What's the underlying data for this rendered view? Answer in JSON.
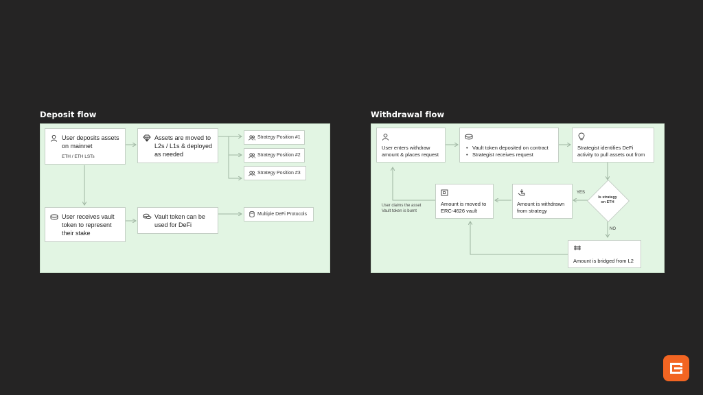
{
  "deposit": {
    "title": "Deposit flow",
    "step1": {
      "line1": "User deposits assets",
      "line2": "on mainnet",
      "sub": "ETH / ETH LSTs",
      "icon": "user-icon"
    },
    "step2": {
      "line1": "Assets are moved to",
      "line2": "L2s / L1s & deployed",
      "line3": "as needed",
      "icon": "diamond-icon"
    },
    "positions": [
      "Strategy Position #1",
      "Strategy Position #2",
      "Strategy Position #3"
    ],
    "step3": {
      "line1": "User receives vault",
      "line2": "token to represent",
      "line3": "their stake",
      "icon": "coin-stack-icon"
    },
    "step4": {
      "line1": "Vault token can be",
      "line2": "used for DeFi",
      "icon": "coins-icon"
    },
    "protocols": "Multiple DeFi Protocols"
  },
  "withdrawal": {
    "title": "Withdrawal flow",
    "step1": {
      "line1": "User enters withdraw",
      "line2": "amount & places request",
      "icon": "user-icon"
    },
    "step2": {
      "bullet1": "Vault token deposited on contract",
      "bullet2": "Strategist receives request",
      "icon": "coin-stack-icon"
    },
    "step3": {
      "line1": "Strategist identifies DeFi",
      "line2": "activity to pull assets out from",
      "icon": "lightbulb-icon"
    },
    "decision": {
      "line1": "Is strategy",
      "line2": "on ETH",
      "yes": "YES",
      "no": "NO"
    },
    "step4": {
      "line1": "Amount is withdrawn",
      "line2": "from strategy",
      "icon": "withdraw-icon"
    },
    "step5": {
      "line1": "Amount is moved to",
      "line2": "ERC-4626 vault",
      "icon": "vault-icon"
    },
    "step6": {
      "line1": "Amount is bridged from L2",
      "icon": "bridge-icon"
    },
    "claim_note": {
      "line1": "User claims the asset",
      "line2": "Vault token is burnt"
    }
  },
  "colors": {
    "background": "#252424",
    "panel": "#e2f5e3",
    "connector": "#9fb5a2",
    "logo": "#f26522"
  }
}
